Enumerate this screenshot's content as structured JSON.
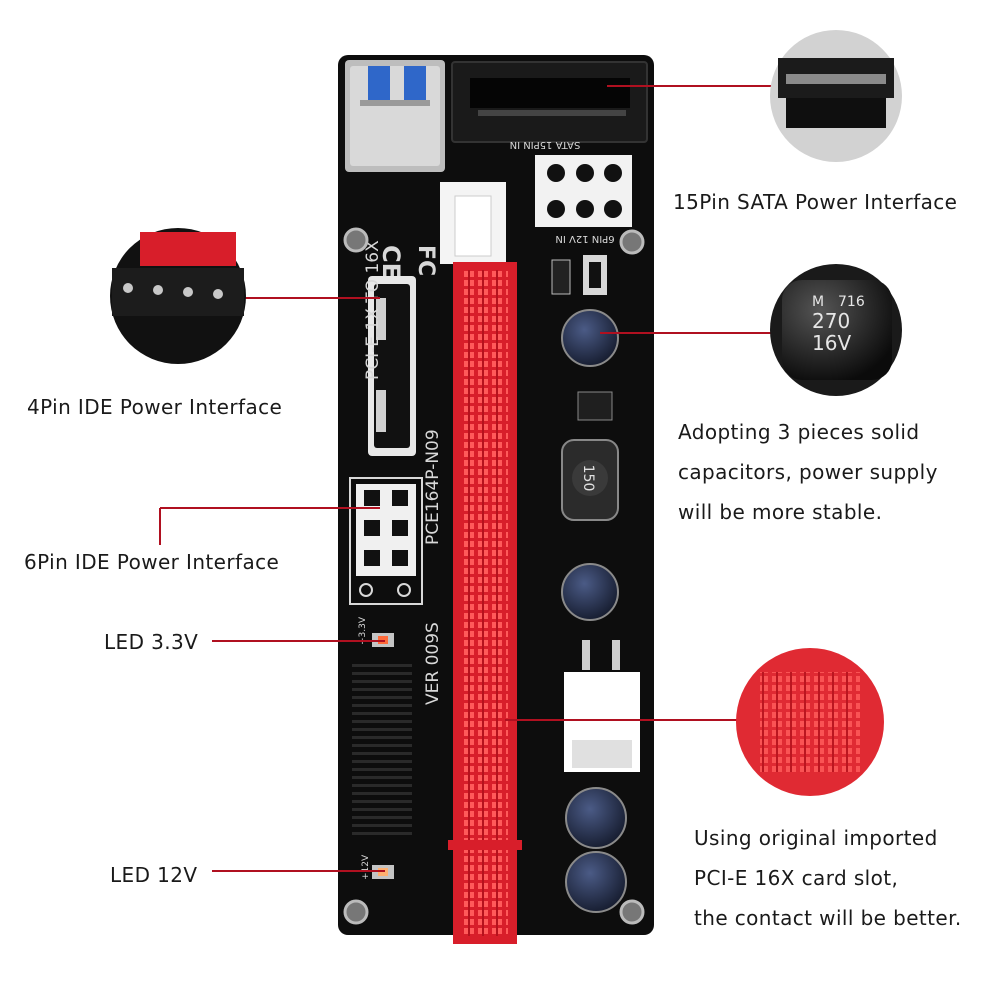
{
  "callouts": {
    "sata": "15Pin SATA Power Interface",
    "ide4": "4Pin IDE Power Interface",
    "ide6": "6Pin IDE Power Interface",
    "led33": "LED 3.3V",
    "led12": "LED 12V",
    "capacitors": [
      "Adopting 3 pieces solid",
      "capacitors, power supply",
      "will be more stable."
    ],
    "slot": [
      "Using original imported",
      "PCI-E 16X card slot,",
      "the contact will be better."
    ]
  },
  "board_text": {
    "sata_in": "SATA 15PIN IN",
    "pin6_in": "6PIN 12V IN",
    "pcie_1x_16x": "PCI-E 1X TO 16X",
    "model": "PCE164P-N09",
    "version": "VER 009S",
    "led_33_silk": "+3.3V",
    "led_12_silk": "+12V",
    "inductor": "150",
    "cap_value": "270",
    "cap_voltage": "16V",
    "cap_mark": "M",
    "cap_code": "716",
    "ce_mark": "CE",
    "fc_mark": "FC"
  },
  "colors": {
    "pcb": "#0d0d0d",
    "slot_red": "#d81e2a",
    "line_red": "#b01020",
    "silk": "#d8d8d8"
  }
}
